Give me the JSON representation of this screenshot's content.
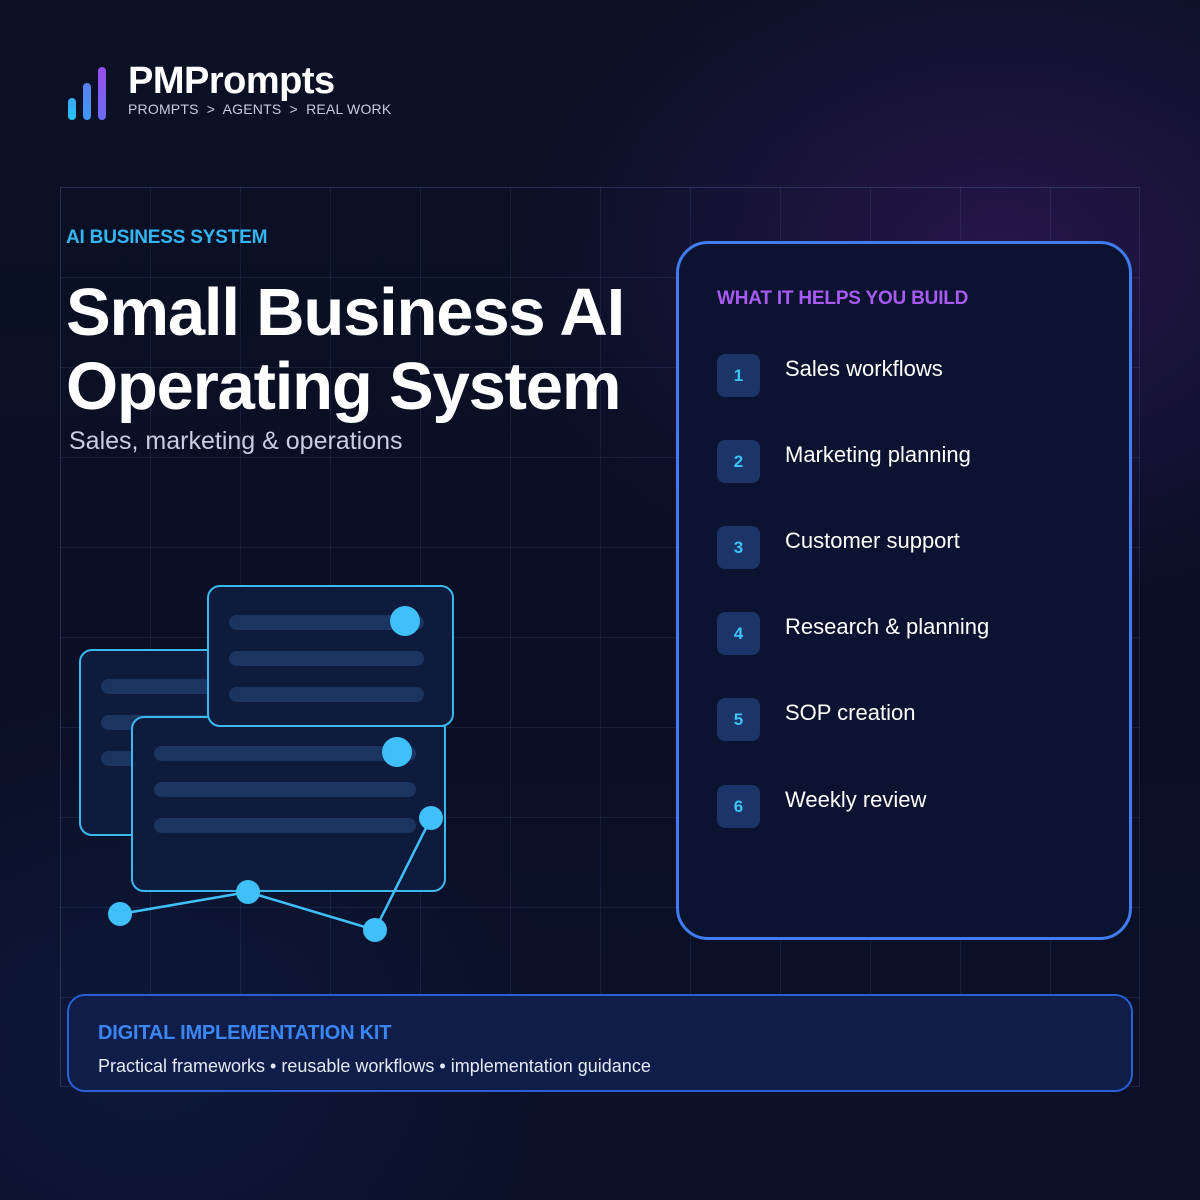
{
  "brand": {
    "name": "PMPrompts",
    "tagline": "PROMPTS  >  AGENTS  >  REAL WORK",
    "logo_icon": "bar-chart-logo-icon",
    "logo_colors": [
      "#27c3f5",
      "#4d8cf7",
      "#8a4ff3"
    ]
  },
  "hero": {
    "eyebrow": "AI BUSINESS SYSTEM",
    "title_line_1": "Small Business AI",
    "title_line_2": "Operating System",
    "subtitle": "Sales, marketing & operations"
  },
  "panel": {
    "heading": "WHAT IT HELPS YOU BUILD",
    "items": [
      {
        "number": "1",
        "label": "Sales workflows"
      },
      {
        "number": "2",
        "label": "Marketing planning"
      },
      {
        "number": "3",
        "label": "Customer support"
      },
      {
        "number": "4",
        "label": "Research & planning"
      },
      {
        "number": "5",
        "label": "SOP creation"
      },
      {
        "number": "6",
        "label": "Weekly review"
      }
    ]
  },
  "banner": {
    "title": "DIGITAL IMPLEMENTATION KIT",
    "text": "Practical frameworks • reusable workflows • implementation guidance"
  },
  "colors": {
    "background": "#0b1024",
    "accent_cyan": "#34b6f2",
    "accent_purple": "#a95af5",
    "accent_blue": "#3f7df0",
    "node": "#3fc0fa"
  },
  "illustration": {
    "icon": "document-cards-network-illustration"
  }
}
